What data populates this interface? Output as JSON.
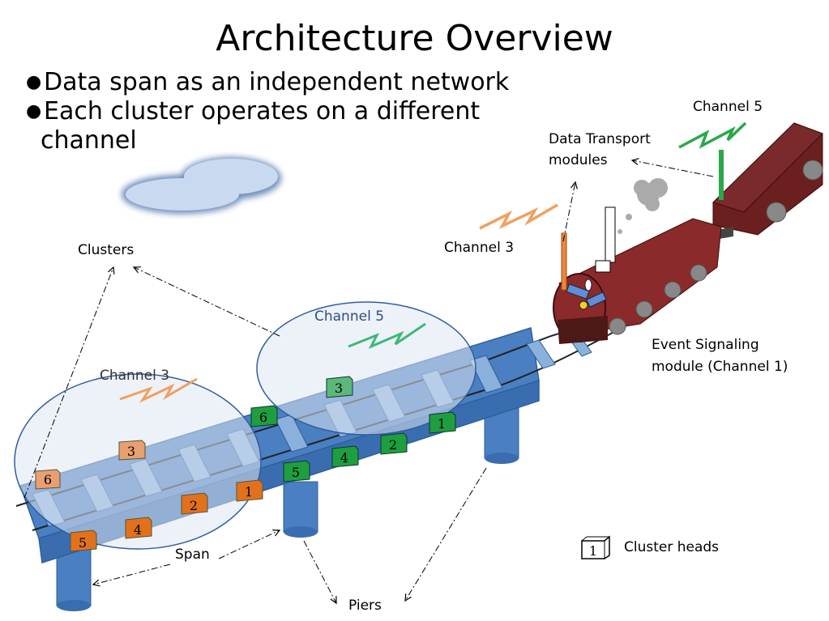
{
  "slide": {
    "title": "Architecture Overview",
    "bullets": [
      {
        "line1": "Data span as an independent network",
        "line2": ""
      },
      {
        "line1": "Each cluster operates on a different",
        "line2": "channel"
      }
    ]
  },
  "labels": {
    "clusters": "Clusters",
    "channel3_left": "Channel 3",
    "channel5_mid": "Channel 5",
    "channel3_train": "Channel 3",
    "channel5_top": "Channel 5",
    "data_transport_line1": "Data Transport",
    "data_transport_line2": "modules",
    "event_signaling_line1": "Event Signaling",
    "event_signaling_line2": "module (Channel 1)",
    "span": "Span",
    "piers": "Piers",
    "legend": "Cluster  heads",
    "legend_num": "1"
  },
  "cluster_heads": {
    "orange": [
      "6",
      "3",
      "2",
      "1",
      "4",
      "5"
    ],
    "green": [
      "6",
      "5",
      "4",
      "2",
      "1"
    ],
    "green_top": "3"
  },
  "colors": {
    "bridge": "#4a7fc1",
    "bridge_dark": "#2f5f9e",
    "orange_head": "#e2711d",
    "green_head": "#1e9e3e",
    "train_body": "#8b2a2a",
    "signal_orange": "#f0a060",
    "signal_green": "#2aa84a",
    "cluster_fill": "#dfe6f2"
  }
}
